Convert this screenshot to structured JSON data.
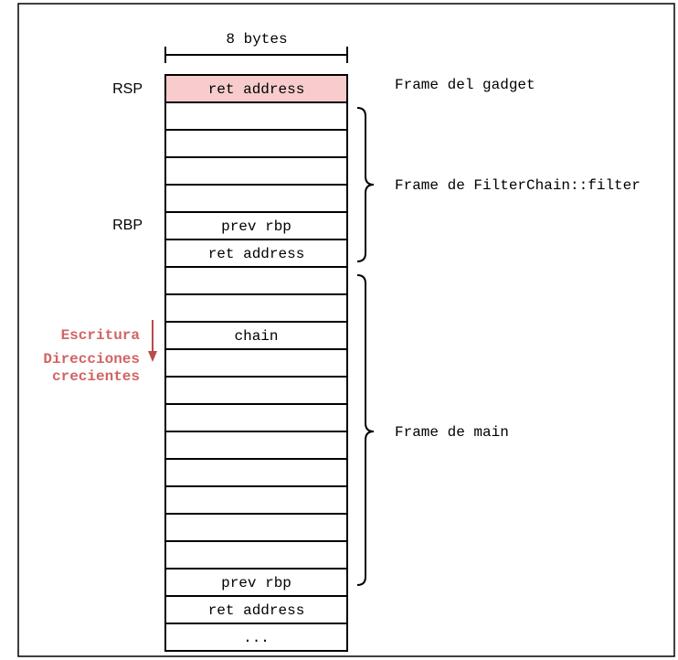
{
  "width_label": "8 bytes",
  "registers": {
    "rsp": "RSP",
    "rbp": "RBP"
  },
  "write_note": {
    "line1": "Escritura",
    "line2": "Direcciones",
    "line3": "crecientes"
  },
  "cells": [
    {
      "label": "ret address",
      "highlight": true
    },
    {
      "label": ""
    },
    {
      "label": ""
    },
    {
      "label": ""
    },
    {
      "label": ""
    },
    {
      "label": "prev rbp"
    },
    {
      "label": "ret address"
    },
    {
      "label": ""
    },
    {
      "label": ""
    },
    {
      "label": "chain"
    },
    {
      "label": ""
    },
    {
      "label": ""
    },
    {
      "label": ""
    },
    {
      "label": ""
    },
    {
      "label": ""
    },
    {
      "label": ""
    },
    {
      "label": ""
    },
    {
      "label": ""
    },
    {
      "label": "prev rbp"
    },
    {
      "label": "ret address"
    },
    {
      "label": "..."
    }
  ],
  "frames": {
    "gadget": "Frame del gadget",
    "filter": "Frame de FilterChain::filter",
    "main": "Frame de main"
  },
  "colors": {
    "highlight_fill": "#f8cccc",
    "accent": "#d26464",
    "stroke": "#000000"
  }
}
